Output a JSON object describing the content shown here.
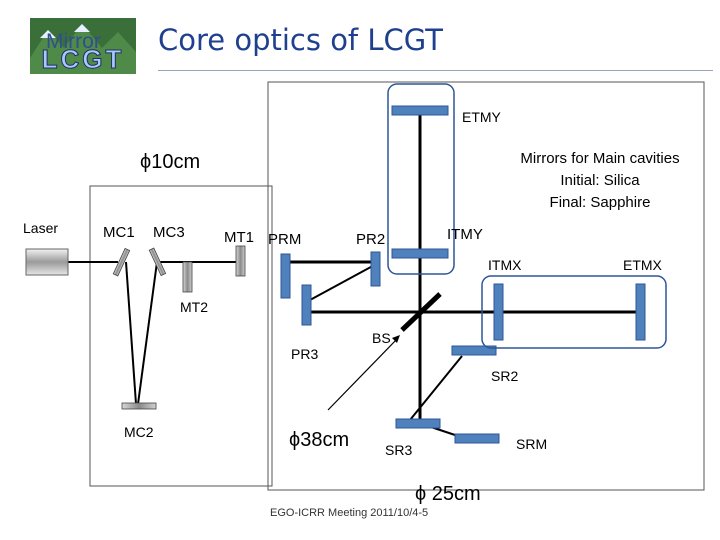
{
  "header": {
    "logo_text": "LCGT",
    "section": "Mirror",
    "title": "Core optics of LCGT"
  },
  "labels": {
    "etmy": "ETMY",
    "phi10": "ϕ10cm",
    "note_lines": [
      "Mirrors for Main cavities",
      "Initial: Silica",
      "Final: Sapphire"
    ],
    "laser": "Laser",
    "mc1": "MC1",
    "mc3": "MC3",
    "mt1": "MT1",
    "prm": "PRM",
    "pr2": "PR2",
    "itmy": "ITMY",
    "itmx": "ITMX",
    "etmx": "ETMX",
    "mt2": "MT2",
    "bs": "BS",
    "pr3": "PR3",
    "sr2": "SR2",
    "mc2": "MC2",
    "phi38": "ϕ38cm",
    "sr3": "SR3",
    "srm": "SRM",
    "phi25": "ϕ 25cm"
  },
  "footer": "EGO-ICRR Meeting 2011/10/4-5",
  "colors": {
    "mirror_fill": "#4f81bd",
    "mirror_stroke": "#2f5597",
    "highlight_box": "#2f5597",
    "title": "#1f3f8f"
  }
}
